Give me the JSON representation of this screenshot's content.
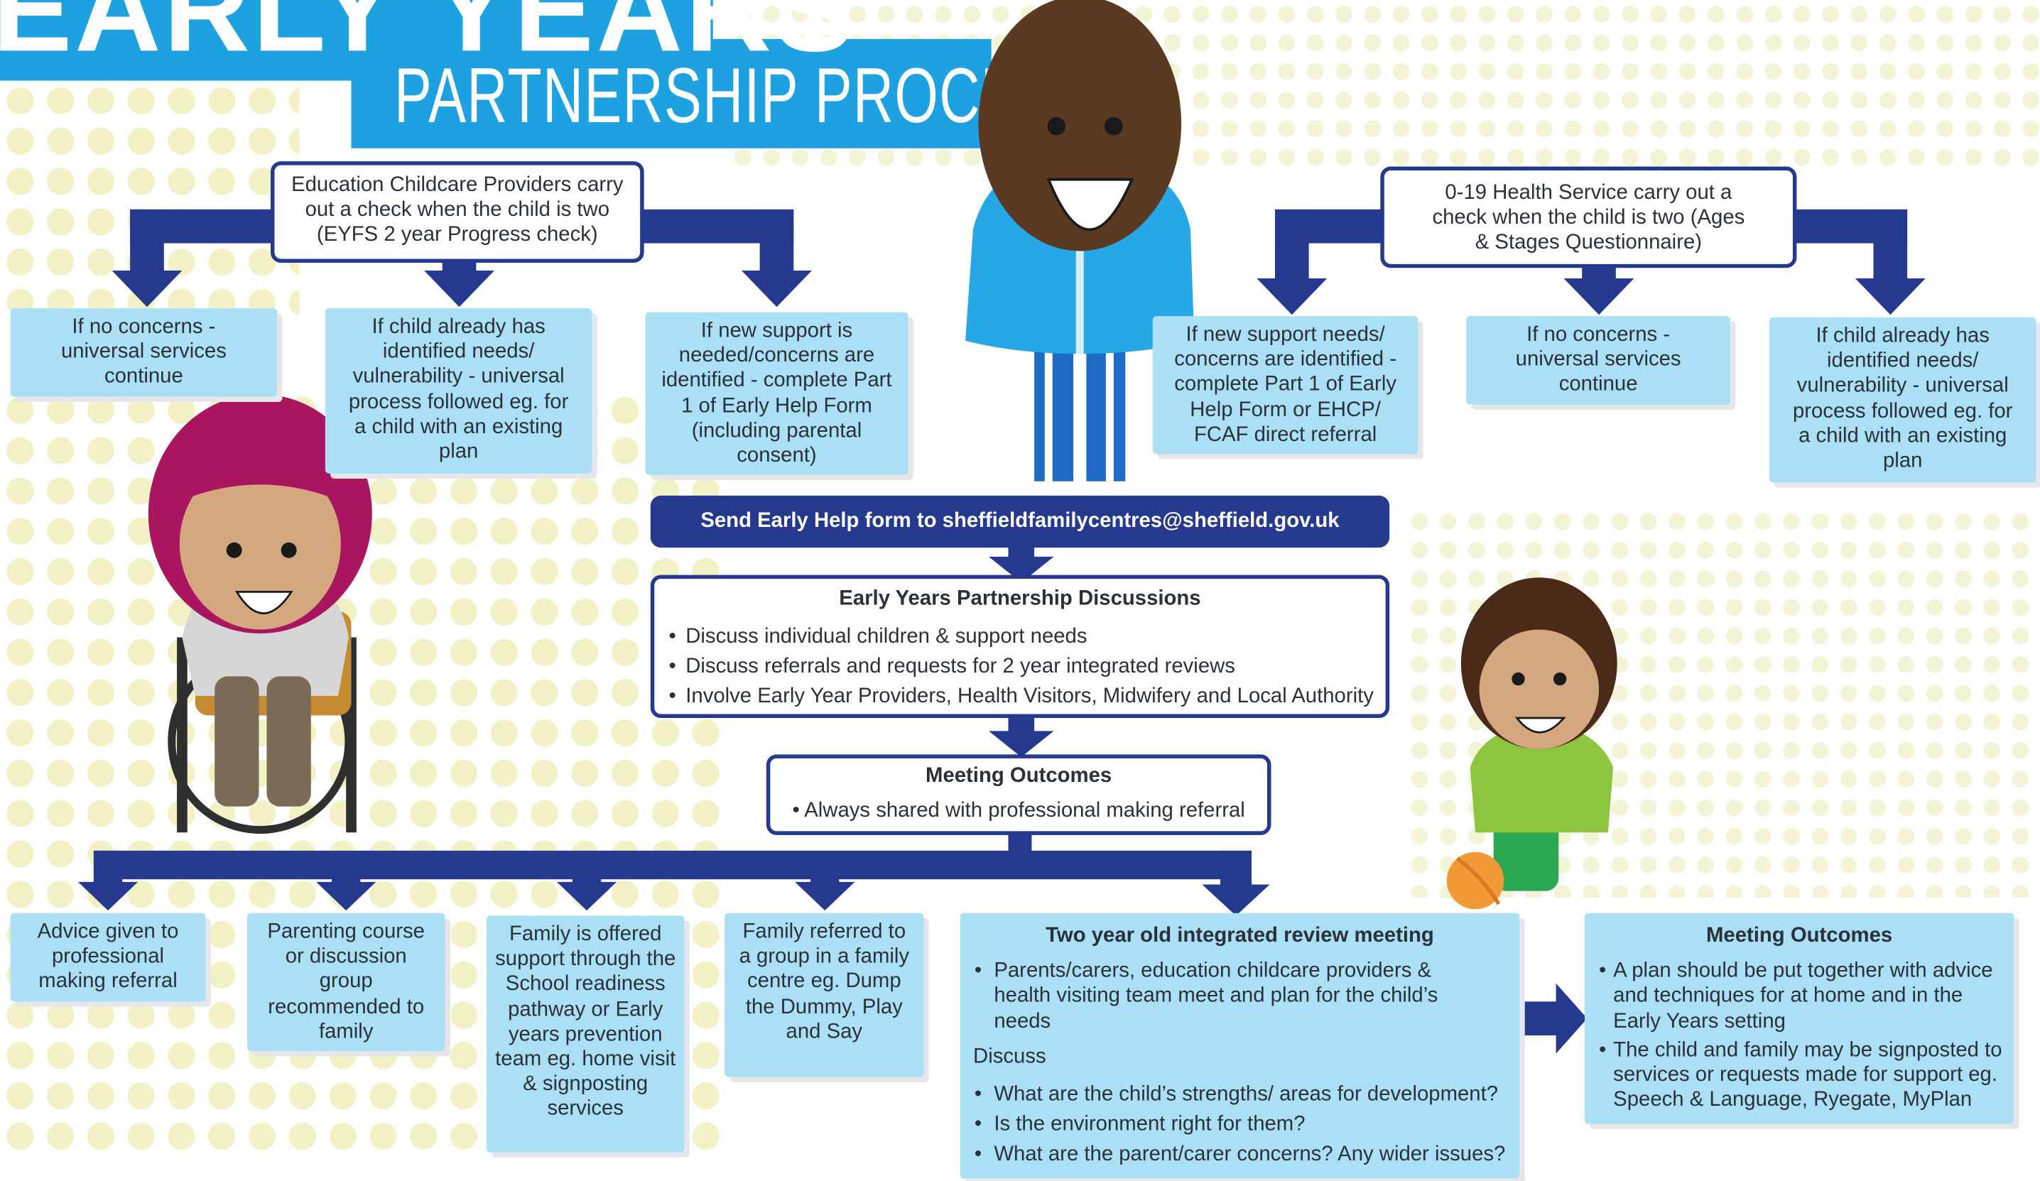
{
  "colors": {
    "banner": "#1da1e0",
    "navy": "#253a8f",
    "light_box": "#aadff5",
    "text": "#2a3138",
    "dots": "#f1f1c5"
  },
  "title": {
    "main": "EARLY YEARS",
    "sub": "PARTNERSHIP PROCESS"
  },
  "education_check": "Education Childcare Providers carry out a check when the child is two (EYFS 2 year Progress check)",
  "health_check": "0-19 Health Service carry out a check when the child is two (Ages & Stages Questionnaire)",
  "left_outcomes": [
    "If no concerns - universal services continue",
    "If child already has identified needs/ vulnerability - universal process followed eg. for a child with an existing plan",
    "If new support is needed/concerns are identified - complete Part 1 of Early Help Form (including parental consent)"
  ],
  "right_outcomes": [
    "If new support needs/ concerns are identified - complete Part 1 of Early Help Form or EHCP/ FCAF direct referral",
    "If no concerns - universal services continue",
    "If child already has identified needs/ vulnerability - universal process followed eg. for a child with an existing plan"
  ],
  "send_form": "Send Early Help form to sheffieldfamilycentres@sheffield.gov.uk",
  "discussions": {
    "title": "Early Years Partnership Discussions",
    "items": [
      "Discuss individual children & support needs",
      "Discuss referrals and requests for 2 year integrated reviews",
      "Involve Early Year Providers, Health Visitors, Midwifery and Local Authority"
    ]
  },
  "meeting_outcomes": {
    "title": "Meeting Outcomes",
    "item": "Always shared with professional making referral"
  },
  "bottom_options": [
    "Advice given to professional making referral",
    "Parenting course or discussion group recommended to family",
    "Family is offered support through the School readiness pathway or Early years prevention team eg. home visit & signposting services",
    "Family referred to a group in a family centre eg. Dump the Dummy, Play and Say"
  ],
  "review_meeting": {
    "title": "Two year old integrated review meeting",
    "item1": "Parents/carers, education childcare providers & health visiting team meet and plan for the child’s needs",
    "discuss_label": "Discuss",
    "discuss_items": [
      "What are the child’s strengths/ areas for development?",
      "Is the environment right for them?",
      "What are the parent/carer concerns? Any wider issues?"
    ]
  },
  "final_outcomes": {
    "title": "Meeting Outcomes",
    "items": [
      "A plan should be put together with advice and techniques for at home and in the Early Years setting",
      "The child and family may be signposted to services or requests made for support eg. Speech & Language, Ryegate, MyPlan"
    ]
  }
}
